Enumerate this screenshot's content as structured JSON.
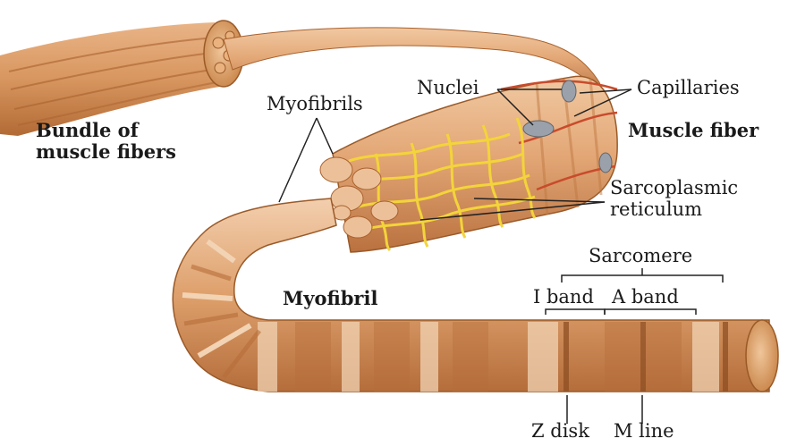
{
  "labels": {
    "bundle_line1": "Bundle of",
    "bundle_line2": "muscle fibers",
    "myofibrils": "Myofibrils",
    "nuclei": "Nuclei",
    "capillaries": "Capillaries",
    "muscle_fiber": "Muscle fiber",
    "sr_line1": "Sarcoplasmic",
    "sr_line2": "reticulum",
    "sarcomere": "Sarcomere",
    "myofibril": "Myofibril",
    "i_band": "I band",
    "a_band": "A band",
    "z_disk": "Z disk",
    "m_line": "M line"
  },
  "colors": {
    "muscle_base": "#e3a776",
    "muscle_dark": "#b9713f",
    "muscle_light": "#f1c9a2",
    "reticulum": "#f3d43a",
    "nucleus": "#9ba1aa",
    "line": "#222222"
  }
}
